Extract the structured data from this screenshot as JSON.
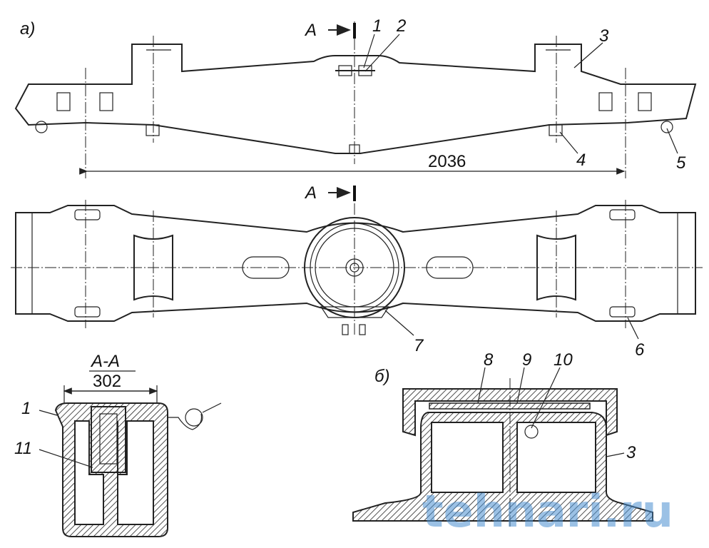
{
  "figure_a": {
    "label": "а)",
    "section_mark_top": "A",
    "section_mark_bottom": "A",
    "callouts": [
      "1",
      "2",
      "3",
      "4",
      "5",
      "7",
      "6"
    ],
    "dimension_length": "2036"
  },
  "section_aa": {
    "title": "A-A",
    "dimension_width": "302",
    "callouts": [
      "1",
      "11"
    ]
  },
  "figure_b": {
    "label": "б)",
    "callouts": [
      "8",
      "9",
      "10",
      "3"
    ]
  },
  "watermark": "tehnari.ru"
}
